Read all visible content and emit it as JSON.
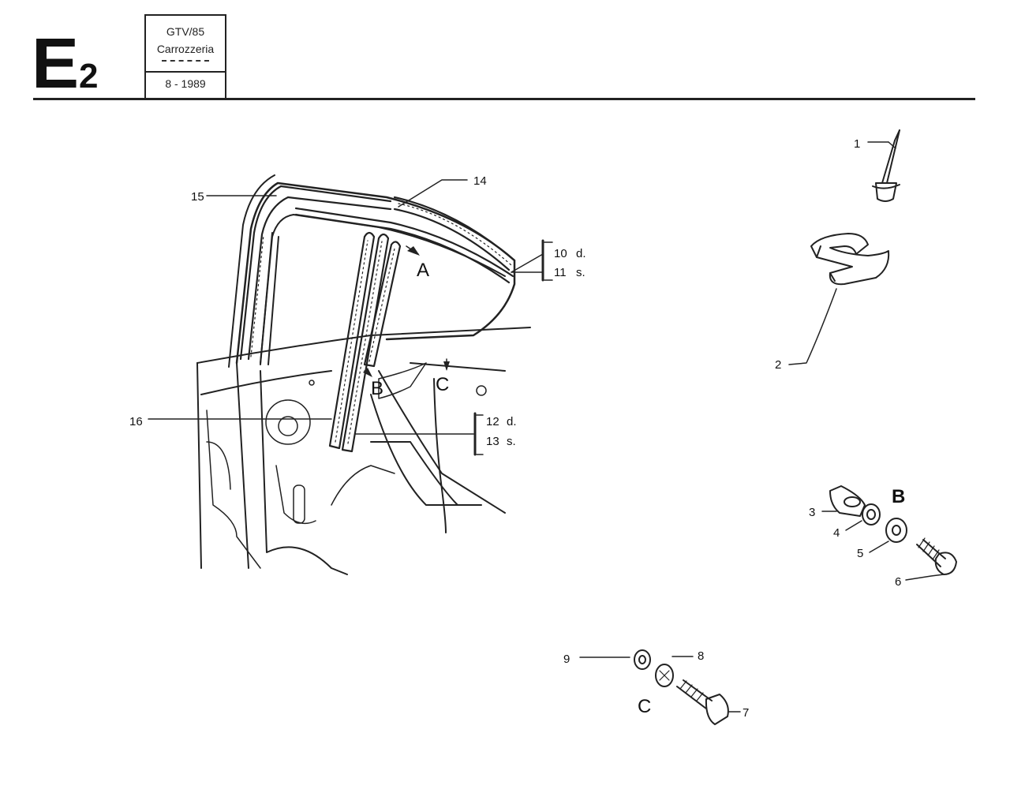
{
  "header": {
    "sheet_letter": "E",
    "sheet_number": "2",
    "model": "GTV/85",
    "section": "Carrozzeria",
    "date": "8 - 1989"
  },
  "callouts": {
    "p1": "1",
    "p2": "2",
    "p3": "3",
    "p4": "4",
    "p5": "5",
    "p6": "6",
    "p7": "7",
    "p8": "8",
    "p9": "9",
    "p10": "10",
    "p11": "11",
    "p12": "12",
    "p13": "13",
    "p14": "14",
    "p15": "15",
    "p16": "16"
  },
  "side_labels": {
    "right": "d.",
    "left": "s."
  },
  "detail_markers": {
    "a": "A",
    "b": "B",
    "c": "C"
  }
}
